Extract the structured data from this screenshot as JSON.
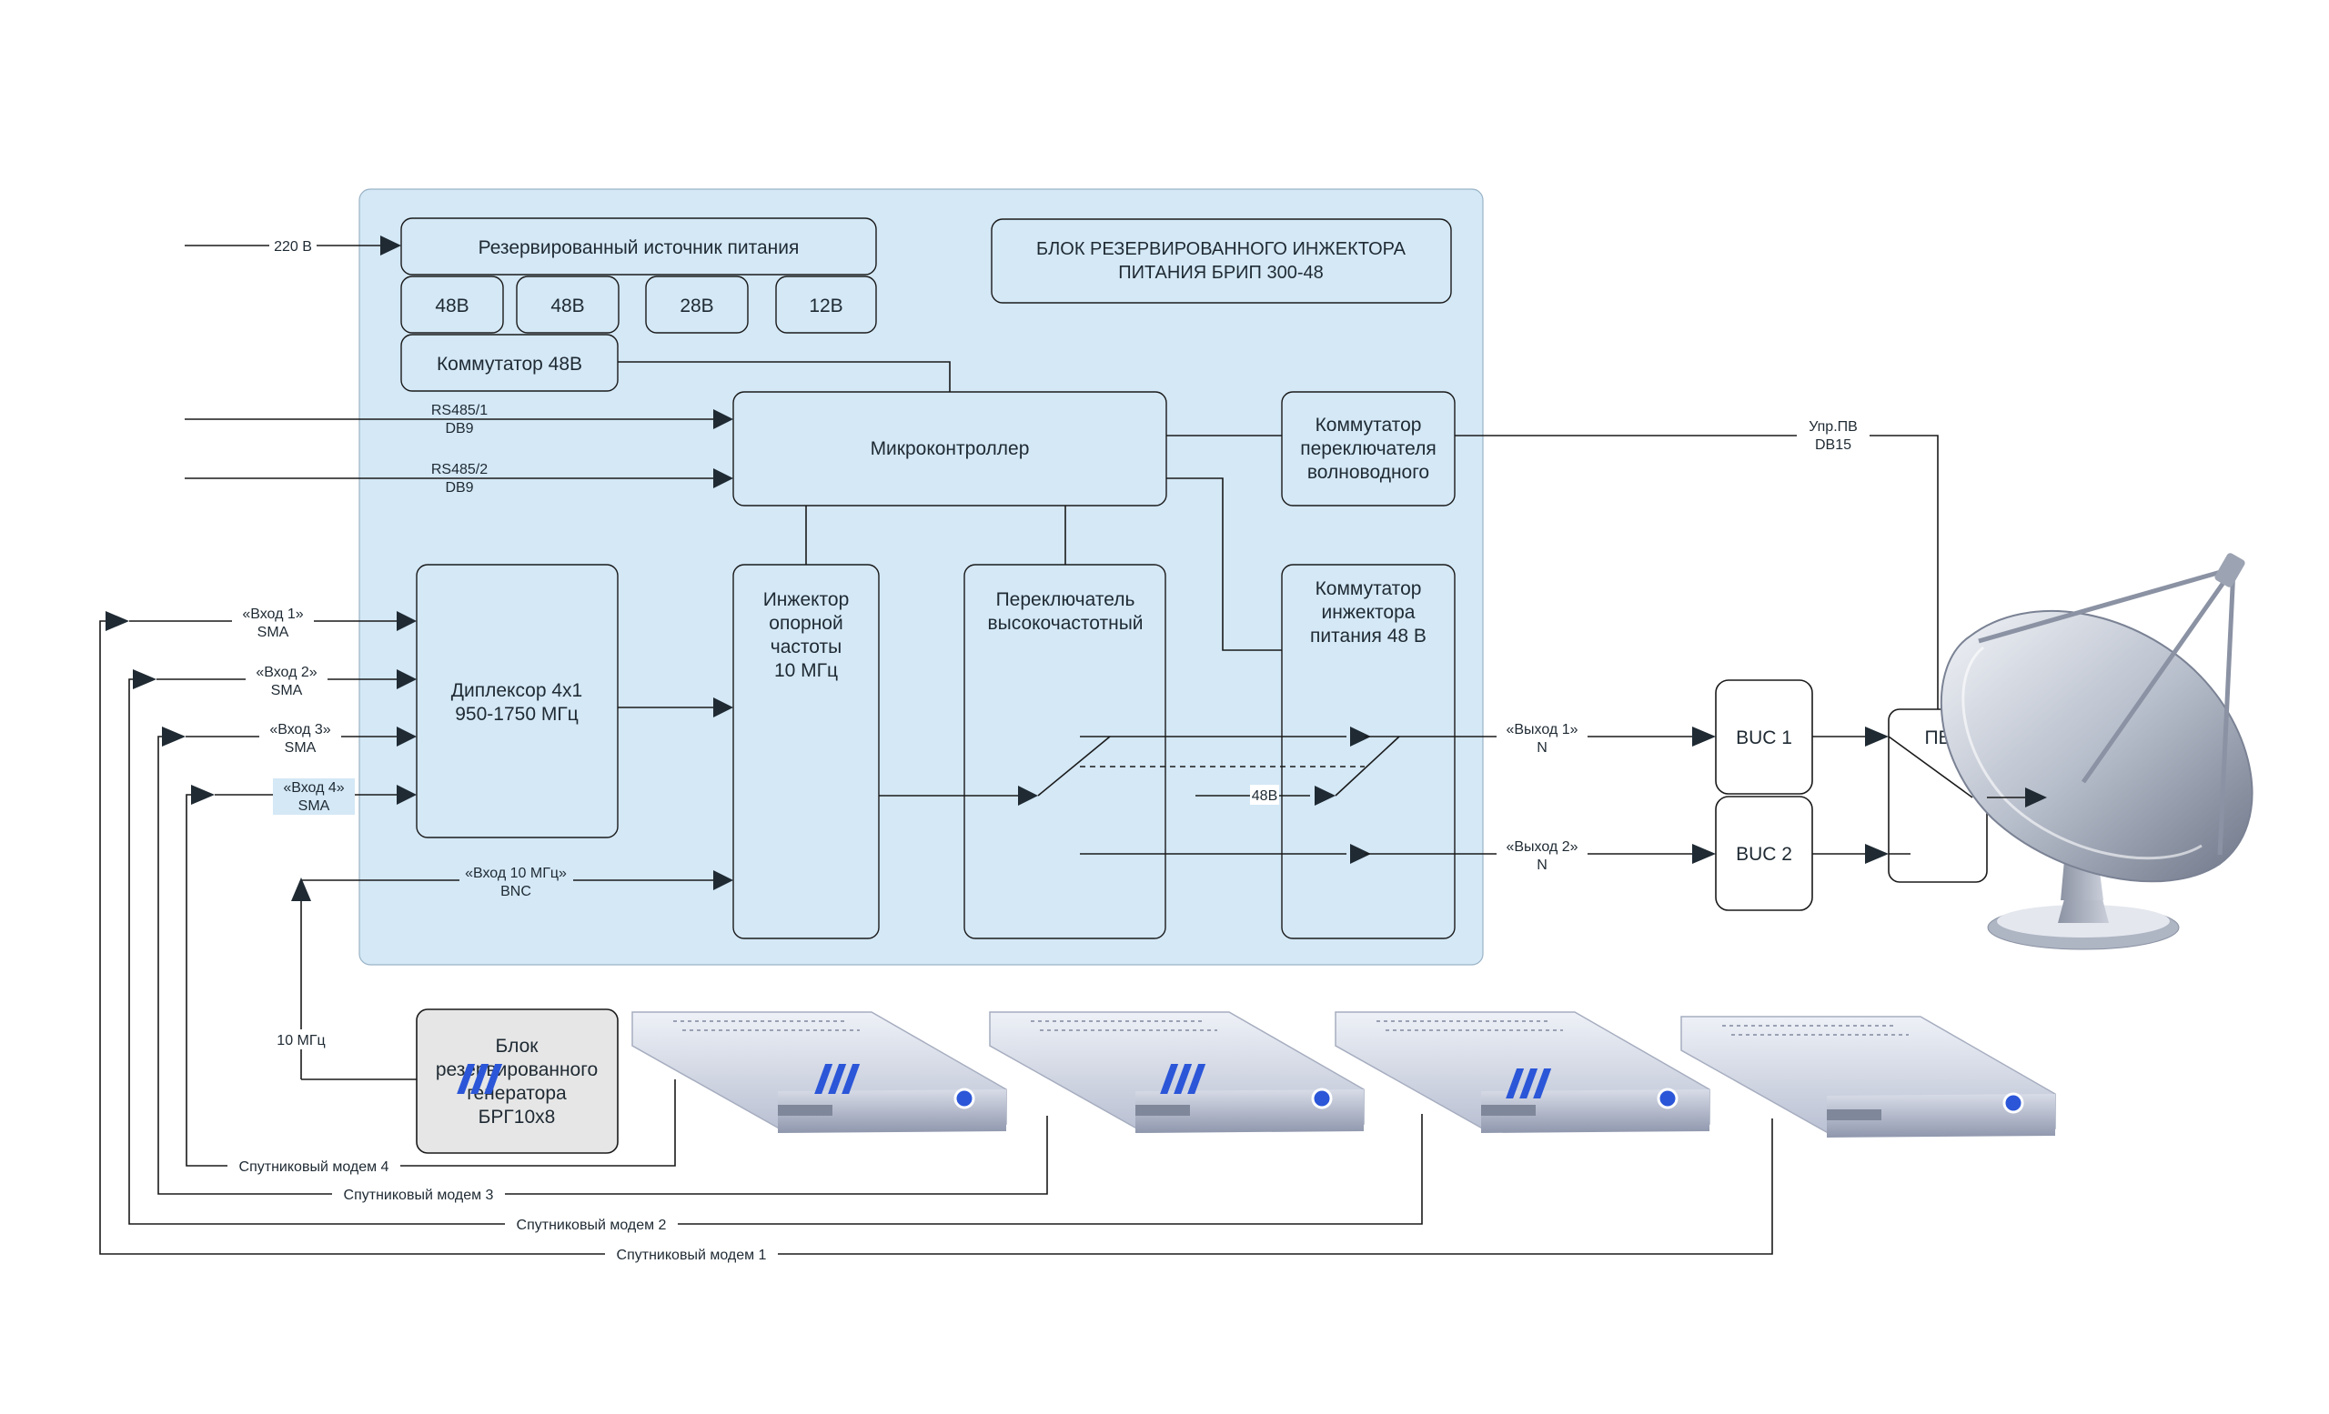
{
  "main_block": {
    "title_line1": "БЛОК РЕЗЕРВИРОВАННОГО ИНЖЕКТОРА",
    "title_line2": "ПИТАНИЯ БРИП 300-48"
  },
  "blocks": {
    "power_supply": "Резервированный источник питания",
    "v48_a": "48В",
    "v48_b": "48В",
    "v28": "28В",
    "v12": "12В",
    "switch48": "Коммутатор 48В",
    "microcontroller": "Микроконтроллер",
    "waveguide_switch": [
      "Коммутатор",
      "переключателя",
      "волноводного"
    ],
    "diplexer": [
      "Диплексор 4х1",
      "950-1750 МГц"
    ],
    "ref_injector": [
      "Инжектор",
      "опорной",
      "частоты",
      "10 МГц"
    ],
    "hf_switch": [
      "Переключатель",
      "высокочастотный"
    ],
    "power_injector_switch": [
      "Коммутатор",
      "инжектора",
      "питания 48 В"
    ],
    "generator": [
      "Блок",
      "резервированного",
      "генератора",
      "БРГ10х8"
    ],
    "buc1": "BUC 1",
    "buc2": "BUC 2",
    "pv": "ПВ"
  },
  "labels": {
    "v220": "220 В",
    "rs485_1": [
      "RS485/1",
      "DB9"
    ],
    "rs485_2": [
      "RS485/2",
      "DB9"
    ],
    "in1": [
      "«Вход 1»",
      "SMA"
    ],
    "in2": [
      "«Вход 2»",
      "SMA"
    ],
    "in3": [
      "«Вход 3»",
      "SMA"
    ],
    "in4": [
      "«Вход 4»",
      "SMA"
    ],
    "in10": [
      "«Вход 10 МГц»",
      "BNC"
    ],
    "out1": [
      "«Выход 1»",
      "N"
    ],
    "out2": [
      "«Выход 2»",
      "N"
    ],
    "upr": [
      "Упр.ПВ",
      "DB15"
    ],
    "v48": "48В",
    "mhz10": "10 МГц",
    "modem4": "Спутниковый модем 4",
    "modem3": "Спутниковый модем 3",
    "modem2": "Спутниковый модем 2",
    "modem1": "Спутниковый модем 1"
  },
  "icons": [
    "satellite-modem-icon",
    "satellite-dish-icon"
  ],
  "colors": {
    "panel": "#d4e8f6",
    "generator": "#e6e6e6",
    "modem_led": "#2b56d8"
  }
}
